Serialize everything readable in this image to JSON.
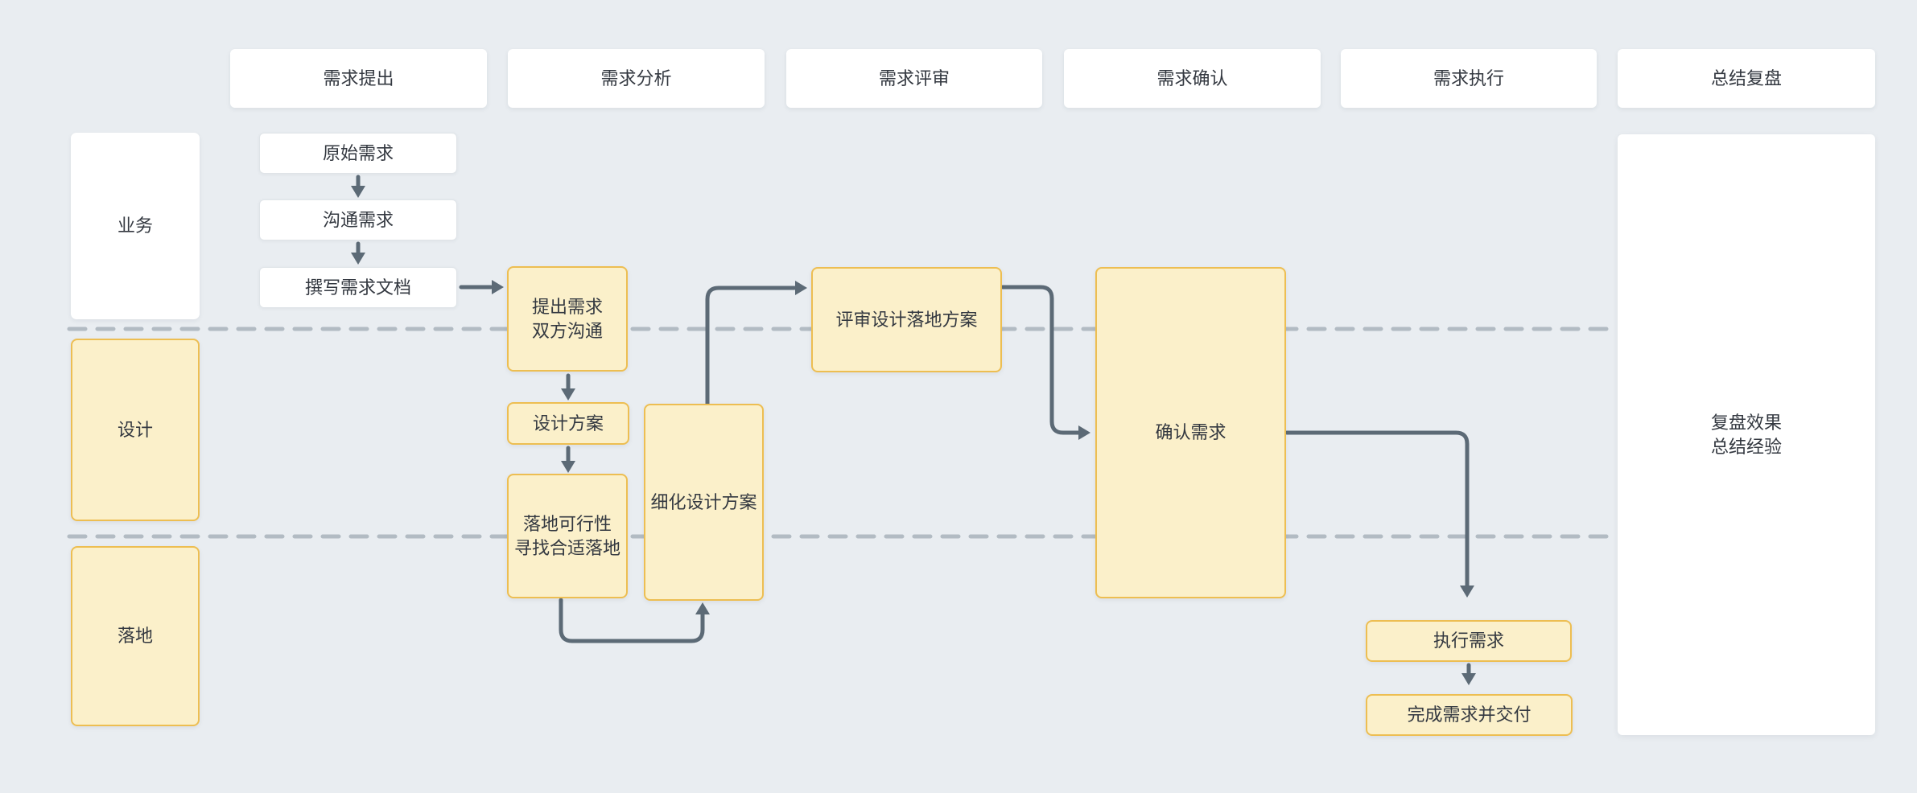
{
  "diagram": {
    "stages": [
      "需求提出",
      "需求分析",
      "需求评审",
      "需求确认",
      "需求执行",
      "总结复盘"
    ],
    "lanes": {
      "business": "业务",
      "design": "设计",
      "implementation": "落地"
    },
    "nodes": {
      "raw": "原始需求",
      "communicate": "沟通需求",
      "write_doc": "撰写需求文档",
      "propose": {
        "line1": "提出需求",
        "line2": "双方沟通"
      },
      "design_plan": "设计方案",
      "feasibility": {
        "line1": "落地可行性",
        "line2": "寻找合适落地"
      },
      "refine": "细化设计方案",
      "review": "评审设计落地方案",
      "confirm": "确认需求",
      "execute": "执行需求",
      "deliver": "完成需求并交付",
      "retro": {
        "line1": "复盘效果",
        "line2": "总结经验"
      }
    },
    "colors": {
      "background": "#E9EDF1",
      "node_fill": "#FBF0CA",
      "node_border": "#EDBE52",
      "connector": "#5C6A76",
      "lane_divider": "#B2BBC3",
      "text": "#333840",
      "white": "#FFFFFF"
    }
  }
}
